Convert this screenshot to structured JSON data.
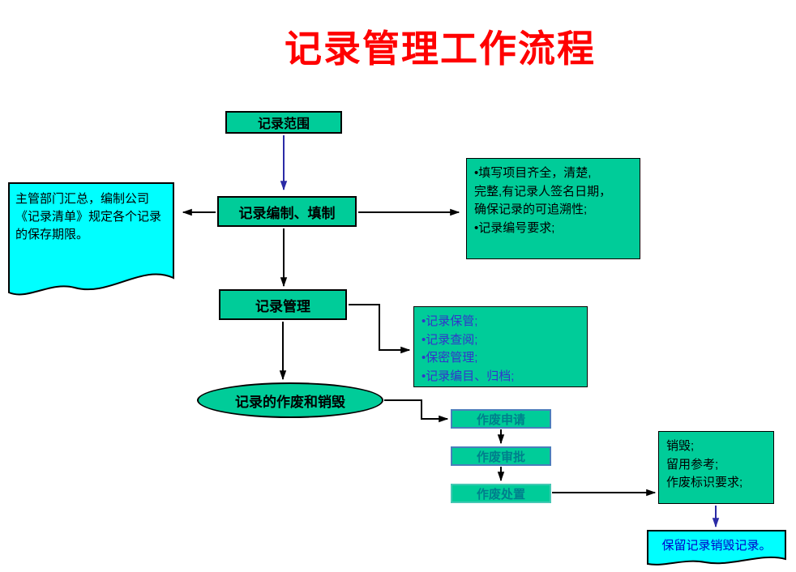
{
  "title": "记录管理工作流程",
  "nodes": {
    "scope": "记录范围",
    "compile": "记录编制、填制",
    "manage": "记录管理",
    "destroy": "记录的作废和销毁",
    "apply": "作废申请",
    "approve": "作废审批",
    "dispose": "作废处置"
  },
  "notes": {
    "left_doc": "主管部门汇总，编制公司《记录清单》规定各个记录的保存期限。",
    "fill_req": "•填写项目齐全，清楚,\n完整,有记录人签名日期，\n确保记录的可追溯性;\n•记录编号要求;",
    "manage_items": "•记录保管;\n•记录查阅;\n•保密管理;\n•记录编目、归档;",
    "destroy_note": "销毁;\n留用参考;\n作废标识要求;",
    "keep_doc": "保留记录销毁记录。"
  },
  "colors": {
    "title": "#FF0000",
    "node_fill": "#00CC99",
    "doc_fill": "#00FFFF",
    "items_text": "#3333CC",
    "small_box_text": "#007F8C",
    "small_box_border": "#4A7EBB",
    "dispose_border": "#45C8B4",
    "keep_doc_text": "#0000CC",
    "arrow_black": "#000000",
    "arrow_blue": "#2B2BA6"
  }
}
